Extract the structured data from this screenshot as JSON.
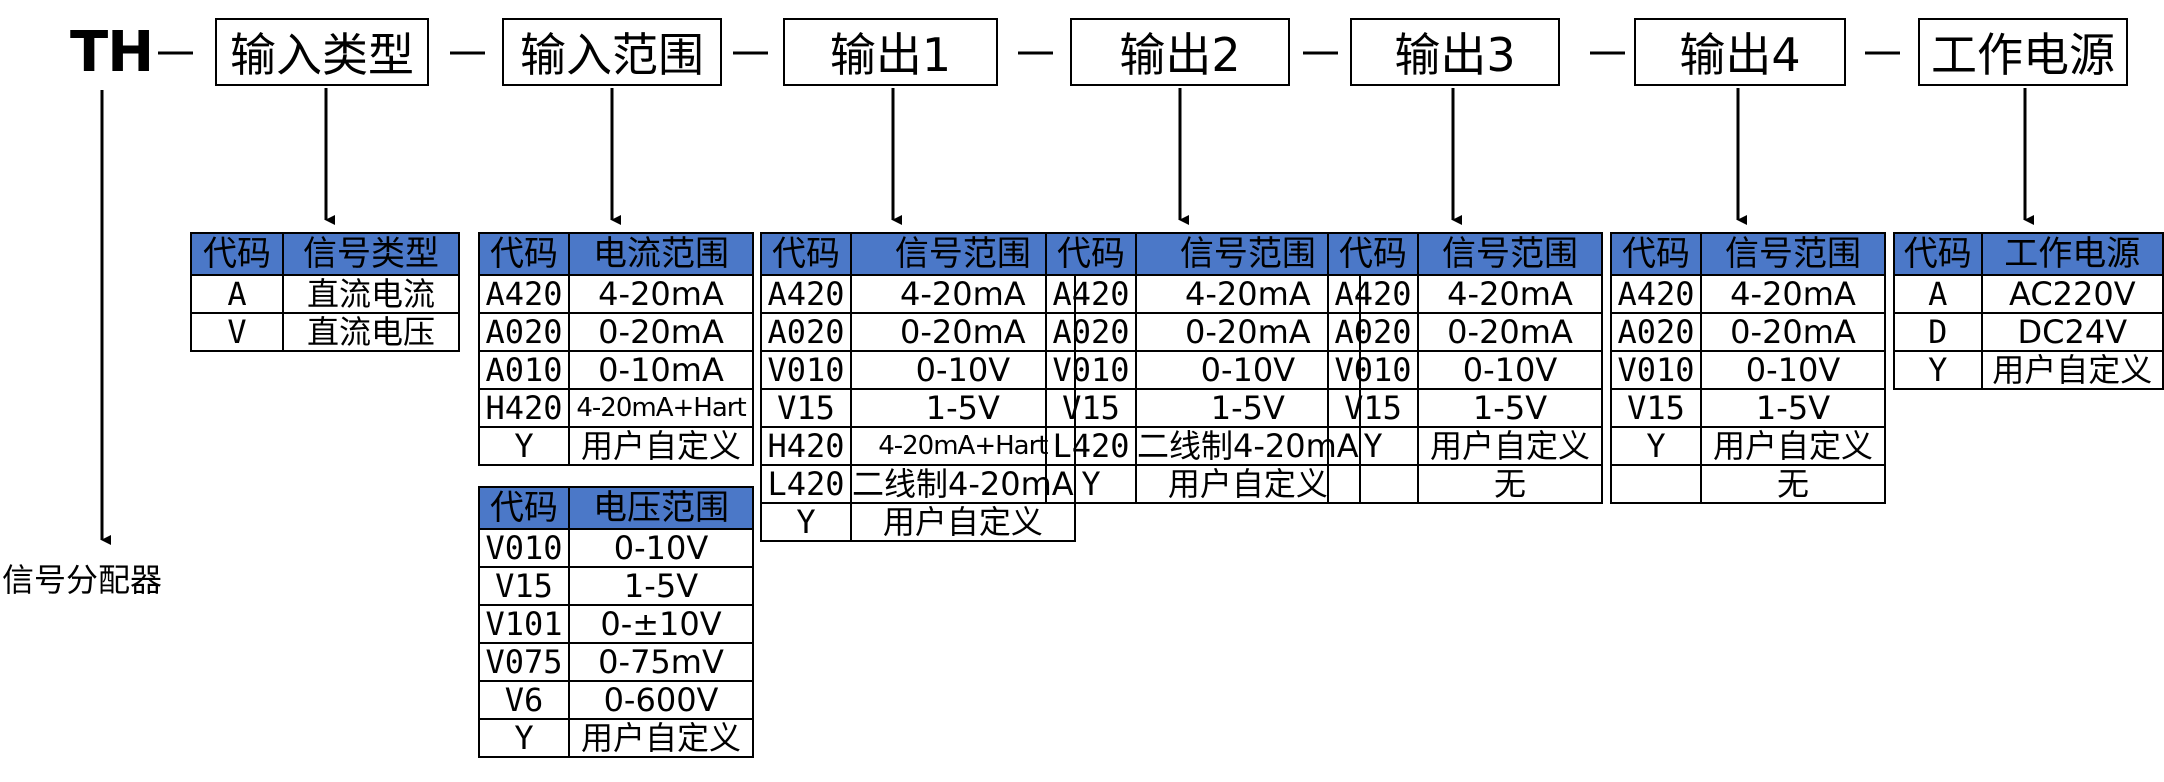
{
  "prefix": "TH",
  "product_name": "信号分配器",
  "header_boxes": [
    "输入类型",
    "输入范围",
    "输出1",
    "输出2",
    "输出3",
    "输出4",
    "工作电源"
  ],
  "tables": {
    "input_type": {
      "header": [
        "代码",
        "信号类型"
      ],
      "rows": [
        [
          "A",
          "直流电流"
        ],
        [
          "V",
          "直流电压"
        ]
      ]
    },
    "input_current": {
      "header": [
        "代码",
        "电流范围"
      ],
      "rows": [
        [
          "A420",
          "4-20mA"
        ],
        [
          "A020",
          "0-20mA"
        ],
        [
          "A010",
          "0-10mA"
        ],
        [
          "H420",
          "4-20mA+Hart"
        ],
        [
          "Y",
          "用户自定义"
        ]
      ]
    },
    "input_voltage": {
      "header": [
        "代码",
        "电压范围"
      ],
      "rows": [
        [
          "V010",
          "0-10V"
        ],
        [
          "V15",
          "1-5V"
        ],
        [
          "V101",
          "0-±10V"
        ],
        [
          "V075",
          "0-75mV"
        ],
        [
          "V6",
          "0-600V"
        ],
        [
          "Y",
          "用户自定义"
        ]
      ]
    },
    "output1": {
      "header": [
        "代码",
        "信号范围"
      ],
      "rows": [
        [
          "A420",
          "4-20mA"
        ],
        [
          "A020",
          "0-20mA"
        ],
        [
          "V010",
          "0-10V"
        ],
        [
          "V15",
          "1-5V"
        ],
        [
          "H420",
          "4-20mA+Hart"
        ],
        [
          "L420",
          "二线制4-20mA"
        ],
        [
          "Y",
          "用户自定义"
        ]
      ]
    },
    "output2": {
      "header": [
        "代码",
        "信号范围"
      ],
      "rows": [
        [
          "A420",
          "4-20mA"
        ],
        [
          "A020",
          "0-20mA"
        ],
        [
          "V010",
          "0-10V"
        ],
        [
          "V15",
          "1-5V"
        ],
        [
          "L420",
          "二线制4-20mA"
        ],
        [
          "Y",
          "用户自定义"
        ]
      ]
    },
    "output3": {
      "header": [
        "代码",
        "信号范围"
      ],
      "rows": [
        [
          "A420",
          "4-20mA"
        ],
        [
          "A020",
          "0-20mA"
        ],
        [
          "V010",
          "0-10V"
        ],
        [
          "V15",
          "1-5V"
        ],
        [
          "Y",
          "用户自定义"
        ],
        [
          "",
          "无"
        ]
      ]
    },
    "output4": {
      "header": [
        "代码",
        "信号范围"
      ],
      "rows": [
        [
          "A420",
          "4-20mA"
        ],
        [
          "A020",
          "0-20mA"
        ],
        [
          "V010",
          "0-10V"
        ],
        [
          "V15",
          "1-5V"
        ],
        [
          "Y",
          "用户自定义"
        ],
        [
          "",
          "无"
        ]
      ]
    },
    "power": {
      "header": [
        "代码",
        "工作电源"
      ],
      "rows": [
        [
          "A",
          "AC220V"
        ],
        [
          "D",
          "DC24V"
        ],
        [
          "Y",
          "用户自定义"
        ]
      ]
    }
  },
  "colors": {
    "header_fill": "#4B78C8",
    "line": "#000000"
  }
}
